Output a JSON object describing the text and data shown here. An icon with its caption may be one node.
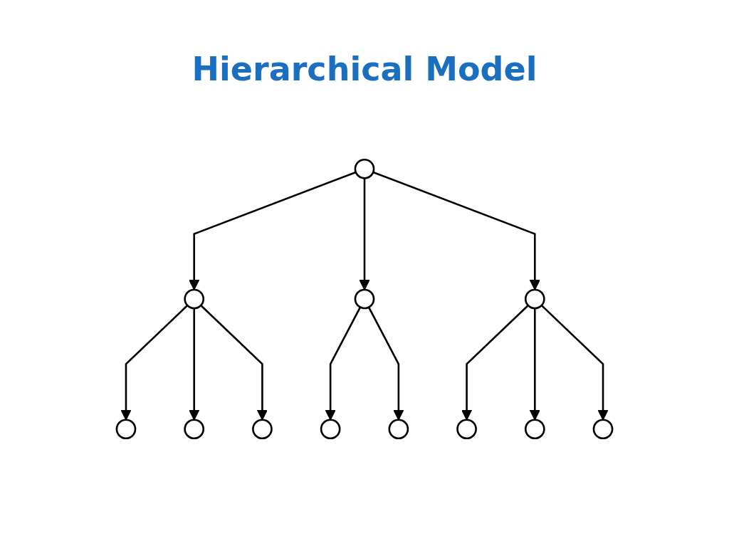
{
  "diagram": {
    "title": "Hierarchical Model",
    "nodes": [
      {
        "text": [],
        "shape": "circle"
      },
      {
        "text": [],
        "shape": "circle"
      },
      {
        "text": [],
        "shape": "circle"
      },
      {
        "text": [],
        "shape": "circle"
      },
      {
        "text": [],
        "shape": "circle"
      },
      {
        "text": [],
        "shape": "circle"
      },
      {
        "text": [],
        "shape": "circle"
      },
      {
        "text": [],
        "shape": "circle"
      },
      {
        "text": [],
        "shape": "circle"
      },
      {
        "text": [],
        "shape": "circle"
      },
      {
        "text": [],
        "shape": "circle"
      },
      {
        "text": [],
        "shape": "circle"
      }
    ],
    "edges": [
      {
        "from": 0,
        "to": 1,
        "arrow": "to"
      },
      {
        "from": 0,
        "to": 2,
        "arrow": "to"
      },
      {
        "from": 0,
        "to": 3,
        "arrow": "to"
      },
      {
        "from": 1,
        "to": 4,
        "arrow": "to"
      },
      {
        "from": 1,
        "to": 5,
        "arrow": "to"
      },
      {
        "from": 1,
        "to": 6,
        "arrow": "to"
      },
      {
        "from": 2,
        "to": 7,
        "arrow": "to"
      },
      {
        "from": 2,
        "to": 8,
        "arrow": "to"
      },
      {
        "from": 3,
        "to": 9,
        "arrow": "to"
      },
      {
        "from": 3,
        "to": 10,
        "arrow": "to"
      },
      {
        "from": 3,
        "to": 11,
        "arrow": "to"
      }
    ]
  }
}
